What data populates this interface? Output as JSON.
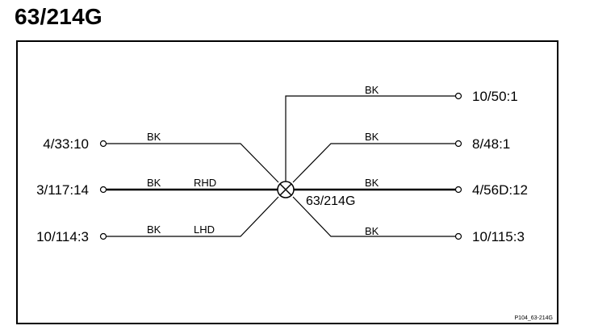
{
  "title": "63/214G",
  "splice": {
    "label": "63/214G"
  },
  "wires": {
    "top_right": {
      "terminal": "10/50:1",
      "color": "BK"
    },
    "upper_left": {
      "terminal": "4/33:10",
      "color": "BK"
    },
    "upper_right": {
      "terminal": "8/48:1",
      "color": "BK"
    },
    "middle_left": {
      "terminal": "3/117:14",
      "color": "BK",
      "route": "RHD"
    },
    "middle_right": {
      "terminal": "4/56D:12",
      "color": "BK"
    },
    "lower_left": {
      "terminal": "10/114:3",
      "color": "BK",
      "route": "LHD"
    },
    "lower_right": {
      "terminal": "10/115:3",
      "color": "BK"
    }
  },
  "reference": "P104_63-214G"
}
